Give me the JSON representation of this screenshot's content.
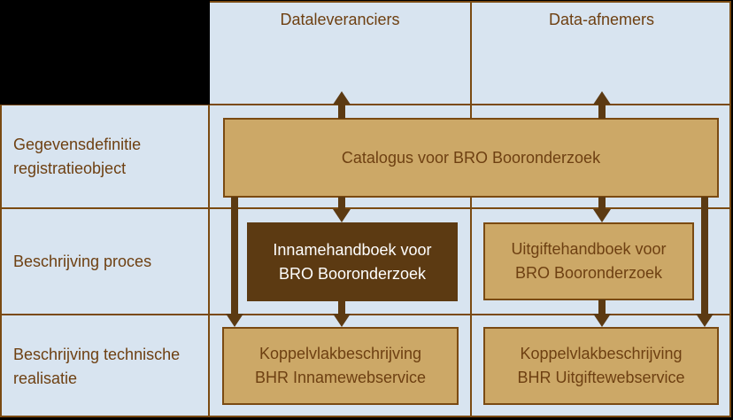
{
  "colors": {
    "frame_black": "#000000",
    "cell_bg": "#D8E4F0",
    "grid_brown": "#7A4A12",
    "tan_fill": "#CCA867",
    "dark_fill": "#5C3A12",
    "arrow": "#5C3A12",
    "text_brown": "#6E4012",
    "text_white": "#FFFFFF"
  },
  "matrix": {
    "column_headers": {
      "dataleveranciers": "Dataleveranciers",
      "data_afnemers": "Data-afnemers"
    },
    "row_labels": {
      "gegevensdefinitie": {
        "lines": [
          "Gegevensdefinitie",
          "registratieobject"
        ]
      },
      "beschrijving_proces": {
        "lines": [
          "Beschrijving proces"
        ]
      },
      "technische_realisatie": {
        "lines": [
          "Beschrijving technische",
          "realisatie"
        ]
      }
    },
    "boxes": {
      "catalogus": {
        "lines": [
          "Catalogus voor BRO Booronderzoek"
        ]
      },
      "innamehandboek": {
        "lines": [
          "Innamehandboek voor",
          "BRO Booronderzoek"
        ]
      },
      "uitgiftehandboek": {
        "lines": [
          "Uitgiftehandboek voor",
          "BRO Booronderzoek"
        ]
      },
      "koppelvlak_inname": {
        "lines": [
          "Koppelvlakbeschrijving",
          "BHR Innamewebservice"
        ]
      },
      "koppelvlak_uitgifte": {
        "lines": [
          "Koppelvlakbeschrijving",
          "BHR Uitgiftewebservice"
        ]
      }
    }
  }
}
